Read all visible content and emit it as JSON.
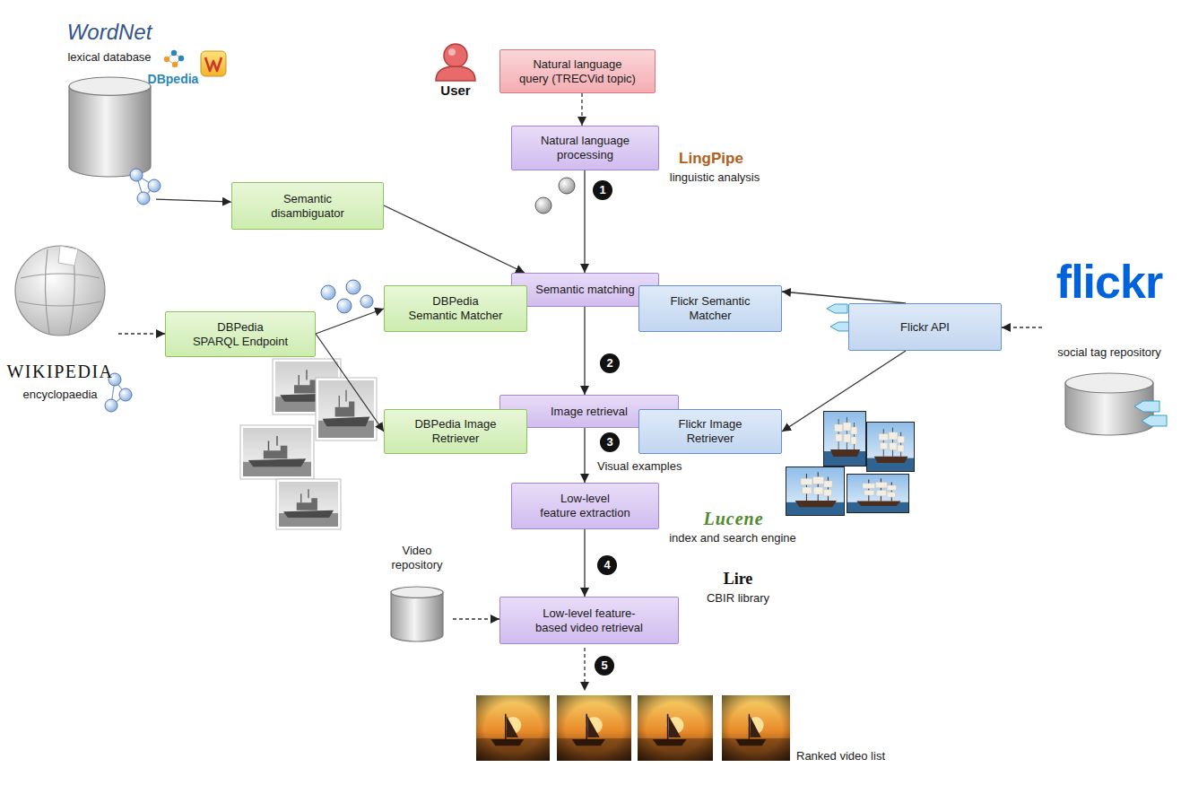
{
  "diagram": {
    "nodes": [
      {
        "text": [
          "Natural language query (TRECVid topic)"
        ]
      },
      {
        "text": [
          "WordNet",
          "lexical database"
        ]
      },
      {
        "text": [
          "Natural language processing"
        ]
      },
      {
        "text": [
          "Semantic disambiguator"
        ]
      },
      {
        "text": [
          "Semantic matching"
        ]
      },
      {
        "text": [
          "DBPedia Semantic Matcher"
        ]
      },
      {
        "text": [
          "Flickr Semantic Matcher"
        ]
      },
      {
        "text": [
          "WIKIPEDIA",
          "encyclopaedia"
        ]
      },
      {
        "text": [
          "DBPedia SPARQL Endpoint"
        ]
      },
      {
        "text": [
          "Flickr API"
        ]
      },
      {
        "text": [
          "flickr",
          "social tag repository"
        ]
      },
      {
        "text": [
          "Image retrieval"
        ]
      },
      {
        "text": [
          "DBPedia Image Retriever"
        ]
      },
      {
        "text": [
          "Flickr Image Retriever"
        ]
      },
      {
        "text": [
          "Low-level feature extraction"
        ]
      },
      {
        "text": [
          "Video repository"
        ]
      },
      {
        "text": [
          "Low-level feature-based video retrieval"
        ]
      }
    ],
    "edges": [
      {
        "from": 0,
        "to": 2,
        "arrow": "to"
      },
      {
        "from": 2,
        "to": 4,
        "arrow": "to"
      },
      {
        "from": 1,
        "to": 3,
        "arrow": "to"
      },
      {
        "from": 3,
        "to": 4,
        "arrow": "to"
      },
      {
        "from": 7,
        "to": 8,
        "arrow": "to"
      },
      {
        "from": 8,
        "to": 5,
        "arrow": "to"
      },
      {
        "from": 8,
        "to": 12,
        "arrow": "to"
      },
      {
        "from": 4,
        "to": 11,
        "arrow": "to"
      },
      {
        "from": 10,
        "to": 9,
        "arrow": "to"
      },
      {
        "from": 9,
        "to": 6,
        "arrow": "to"
      },
      {
        "from": 9,
        "to": 13,
        "arrow": "to"
      },
      {
        "from": 11,
        "to": 14,
        "label": "Visual examples",
        "arrow": "to"
      },
      {
        "from": 14,
        "to": 16,
        "arrow": "to"
      },
      {
        "from": 15,
        "to": 16,
        "arrow": "to"
      }
    ],
    "labels": [
      "User",
      "LingPipe",
      "linguistic analysis",
      "1",
      "DBpedia",
      "2",
      "3",
      "4",
      "Lucene",
      "index and search engine",
      "Lire",
      "CBIR library",
      "5",
      "Ranked video list"
    ]
  }
}
